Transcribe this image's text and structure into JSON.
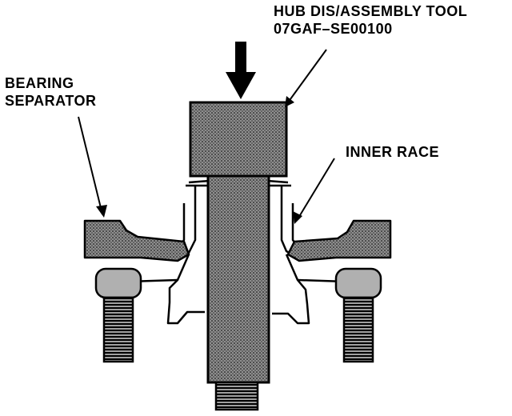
{
  "labels": {
    "tool_name": "HUB DIS/ASSEMBLY TOOL",
    "tool_part_number": "07GAF–SE00100",
    "bearing_separator_line1": "BEARING",
    "bearing_separator_line2": "SEPARATOR",
    "inner_race": "INNER RACE"
  },
  "colors": {
    "ink": "#000000",
    "stipple_fill": "#9a9a9a",
    "background": "#ffffff"
  },
  "icons": {
    "press_direction": "down-arrow-icon"
  }
}
